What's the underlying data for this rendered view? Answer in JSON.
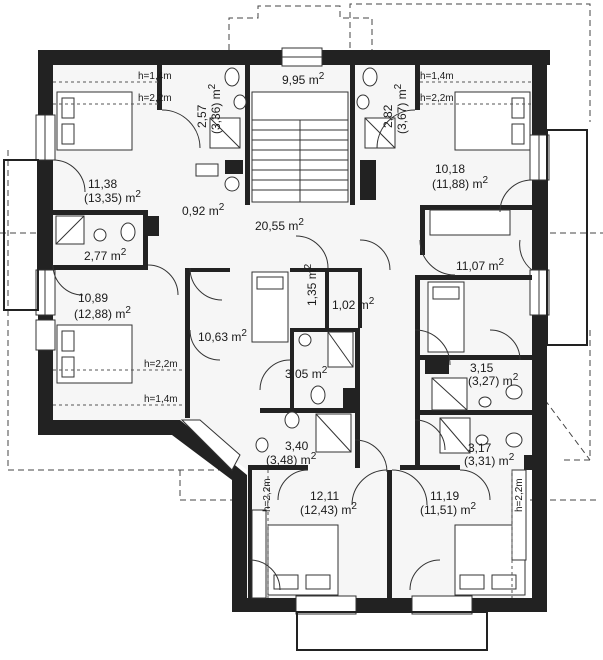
{
  "rooms": {
    "stair_hall": "9,95 m",
    "stair_hall_sup": "2",
    "bath_top_left_1": "2,57",
    "bath_top_left_2": "(3,36) m",
    "bath_top_left_sup": "2",
    "bath_top_right_1": "2,82",
    "bath_top_right_2": "(3,67) m",
    "bath_top_right_sup": "2",
    "bed_nw_1": "11,38",
    "bed_nw_2": "(13,35) m",
    "bed_nw_sup": "2",
    "bed_ne_1": "10,18",
    "bed_ne_2": "(11,88) m",
    "bed_ne_sup": "2",
    "closet_small": "0,92 m",
    "closet_small_sup": "2",
    "hall_main": "20,55 m",
    "hall_main_sup": "2",
    "bath_w": "2,77 m",
    "bath_w_sup": "2",
    "room_e": "11,07 m",
    "room_e_sup": "2",
    "bed_w_1": "10,89",
    "bed_w_2": "(12,88) m",
    "bed_w_sup": "2",
    "room_center": "10,63 m",
    "room_center_sup": "2",
    "closet_1_35": "1,35 m",
    "closet_1_35_sup": "2",
    "closet_1_02": "1,02 m",
    "closet_1_02_sup": "2",
    "bath_center": "3,05 m",
    "bath_center_sup": "2",
    "bath_e_1": "3,15",
    "bath_e_2": "(3,27) m",
    "bath_e_sup": "2",
    "bath_s_1": "3,40",
    "bath_s_2": "(3,48) m",
    "bath_s_sup": "2",
    "bath_se_1": "3,17",
    "bath_se_2": "(3,31) m",
    "bath_se_sup": "2",
    "bed_s_left_1": "12,11",
    "bed_s_left_2": "(12,43) m",
    "bed_s_left_sup": "2",
    "bed_s_right_1": "11,19",
    "bed_s_right_2": "(11,51) m",
    "bed_s_right_sup": "2"
  },
  "heights": {
    "h14_tl": "h=1,4m",
    "h22_tl": "h=2,2m",
    "h14_tr": "h=1,4m",
    "h22_tr": "h=2,2m",
    "h22_w": "h=2,2m",
    "h14_w": "h=1,4m",
    "h22_sl": "h=2,2m",
    "h22_sr": "h=2,2m"
  }
}
